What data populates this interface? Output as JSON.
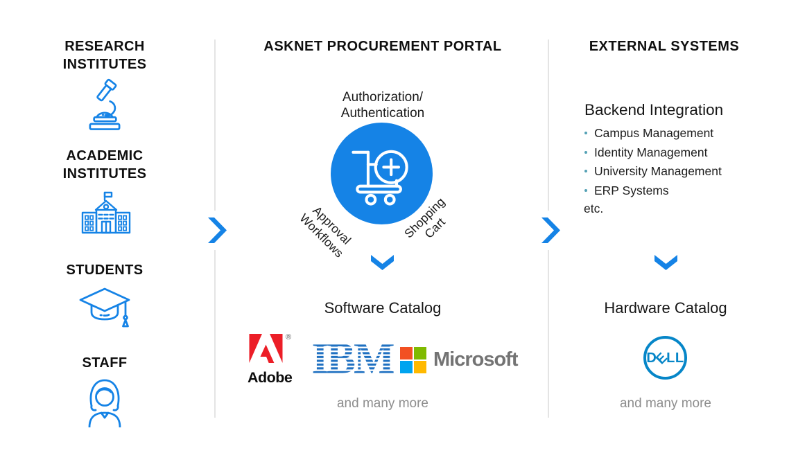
{
  "colors": {
    "accent_blue": "#1583e6",
    "divider_gray": "#e4e4e4",
    "text_dark": "#0f0f0f",
    "muted_gray": "#8d8d8d",
    "bullet_teal": "#54a1b5",
    "adobe_red": "#ec1e27",
    "ibm_blue": "#1f70c1",
    "dell_blue": "#0686c8",
    "microsoft_red": "#f25022",
    "microsoft_green": "#7fba00",
    "microsoft_blue": "#00a4ef",
    "microsoft_yellow": "#ffb900",
    "microsoft_gray": "#737373"
  },
  "left_column": {
    "groups": [
      {
        "label": "RESEARCH\nINSTITUTES",
        "icon": "microscope-icon"
      },
      {
        "label": "ACADEMIC\nINSTITUTES",
        "icon": "university-building-icon"
      },
      {
        "label": "STUDENTS",
        "icon": "graduation-cap-icon"
      },
      {
        "label": "STAFF",
        "icon": "person-icon"
      }
    ]
  },
  "portal_column": {
    "title": "ASKNET PROCUREMENT PORTAL",
    "auth_label": "Authorization/\nAuthentication",
    "approval_label": "Approval\nWorkflows",
    "shopping_label": "Shopping\nCart",
    "catalog_title": "Software Catalog",
    "logos": {
      "adobe": {
        "wordmark": "Adobe",
        "registered_mark": "®"
      },
      "ibm": {
        "wordmark": "IBM"
      },
      "microsoft": {
        "wordmark": "Microsoft"
      }
    },
    "more_label": "and many more"
  },
  "external_column": {
    "title": "EXTERNAL SYSTEMS",
    "subtitle": "Backend Integration",
    "items": [
      "Campus Management",
      "Identity Management",
      "University Management",
      "ERP Systems"
    ],
    "etc_label": "etc.",
    "catalog_title": "Hardware Catalog",
    "dell": {
      "letters": [
        "D",
        "E",
        "L",
        "L"
      ]
    },
    "more_label": "and many more"
  }
}
